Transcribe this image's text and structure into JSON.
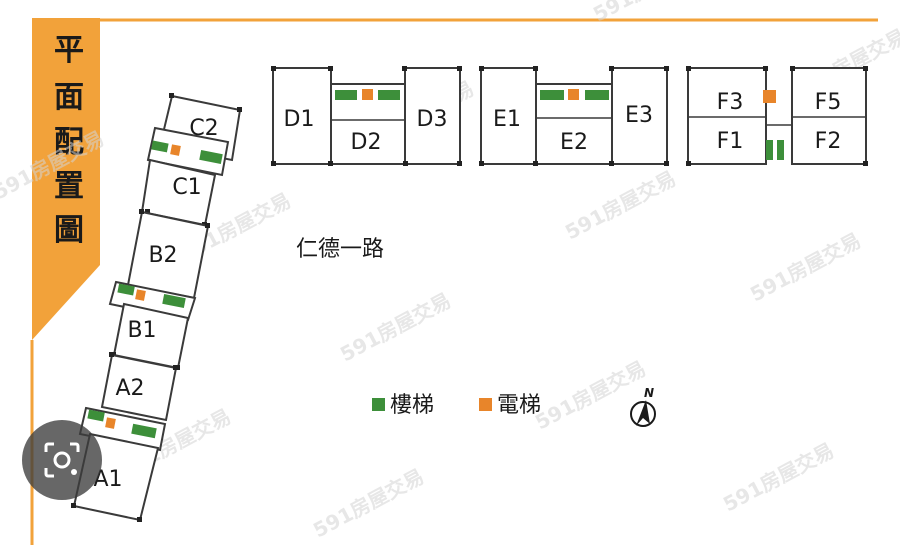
{
  "title": "平面配置圖",
  "street": "仁德一路",
  "legend": {
    "stairs_label": "樓梯",
    "elevator_label": "電梯"
  },
  "compass": {
    "north_label": "N"
  },
  "units": {
    "A1": "A1",
    "A2": "A2",
    "B1": "B1",
    "B2": "B2",
    "C1": "C1",
    "C2": "C2",
    "D1": "D1",
    "D2": "D2",
    "D3": "D3",
    "E1": "E1",
    "E2": "E2",
    "E3": "E3",
    "F1": "F1",
    "F2": "F2",
    "F3": "F3",
    "F5": "F5"
  },
  "watermark": {
    "text": "591房屋交易"
  },
  "colors": {
    "stairs": "#3d8f3a",
    "elevator": "#e8852a",
    "accent": "#f2a23a",
    "line": "#3a3a3a"
  },
  "icons": {
    "overlay": "lens-search-icon"
  }
}
